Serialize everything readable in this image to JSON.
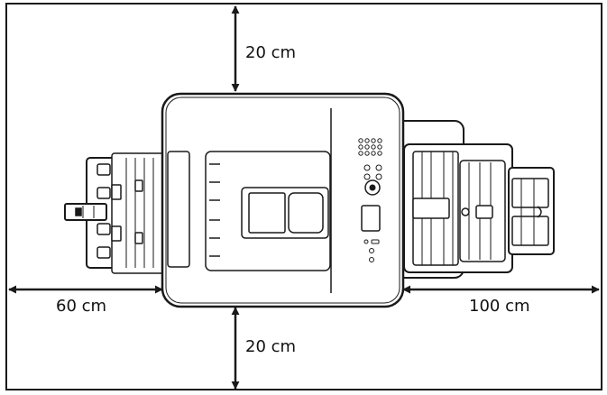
{
  "clearances": {
    "top": "20 cm",
    "left": "60 cm",
    "right": "100 cm",
    "bottom": "20 cm"
  },
  "colors": {
    "line": "#1a1a1a",
    "printer_fill": "#ffffff",
    "background": "#ffffff"
  },
  "icons": [
    "printer-top-view",
    "double-arrow"
  ]
}
